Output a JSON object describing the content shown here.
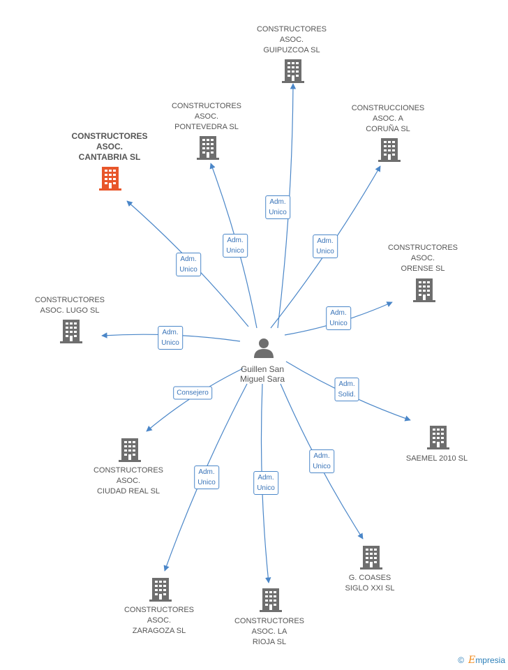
{
  "center": {
    "name": "Guillen San\nMiguel Sara"
  },
  "nodes": [
    {
      "id": "guipuzcoa",
      "label": "CONSTRUCTORES\nASOC.\nGUIPUZCOA SL",
      "relation": "Adm.\nUnico",
      "highlight": false
    },
    {
      "id": "coruna",
      "label": "CONSTRUCCIONES\nASOC. A\nCORUÑA SL",
      "relation": "Adm.\nUnico",
      "highlight": false
    },
    {
      "id": "pontevedra",
      "label": "CONSTRUCTORES\nASOC.\nPONTEVEDRA SL",
      "relation": "Adm.\nUnico",
      "highlight": false
    },
    {
      "id": "cantabria",
      "label": "CONSTRUCTORES\nASOC.\nCANTABRIA SL",
      "relation": "Adm.\nUnico",
      "highlight": true
    },
    {
      "id": "orense",
      "label": "CONSTRUCTORES\nASOC.\nORENSE SL",
      "relation": "Adm.\nUnico",
      "highlight": false
    },
    {
      "id": "lugo",
      "label": "CONSTRUCTORES\nASOC. LUGO SL",
      "relation": "Adm.\nUnico",
      "highlight": false
    },
    {
      "id": "saemel",
      "label": "SAEMEL 2010 SL",
      "relation": "Adm.\nSolid.",
      "highlight": false
    },
    {
      "id": "ciudadreal",
      "label": "CONSTRUCTORES\nASOC.\nCIUDAD REAL SL",
      "relation": "Consejero",
      "highlight": false
    },
    {
      "id": "coases",
      "label": "G. COASES\nSIGLO XXI SL",
      "relation": "Adm.\nUnico",
      "highlight": false
    },
    {
      "id": "zaragoza",
      "label": "CONSTRUCTORES\nASOC.\nZARAGOZA SL",
      "relation": "Adm.\nUnico",
      "highlight": false
    },
    {
      "id": "rioja",
      "label": "CONSTRUCTORES\nASOC. LA\nRIOJA SL",
      "relation": "Adm.\nUnico",
      "highlight": false
    }
  ],
  "colors": {
    "edge": "#4a86c8",
    "building": "#6e6e6e",
    "highlight": "#e8562a",
    "person": "#6e6e6e"
  },
  "footer": {
    "copyright": "©",
    "brand_initial": "E",
    "brand_rest": "mpresia"
  }
}
